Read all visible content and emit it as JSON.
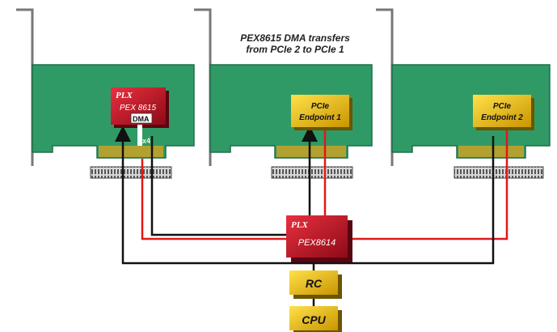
{
  "caption": {
    "line1": "PEX8615 DMA transfers",
    "line2": "from PCIe 2 to PCIe 1"
  },
  "cards": {
    "left": {
      "logo": "PLX",
      "chip_name": "PEX 8615",
      "dma_label": "DMA",
      "lane_label": "x4"
    },
    "middle": {
      "endpoint_line1": "PCIe",
      "endpoint_line2": "Endpoint 1"
    },
    "right": {
      "endpoint_line1": "PCIe",
      "endpoint_line2": "Endpoint 2"
    }
  },
  "switch": {
    "logo": "PLX",
    "name": "PEX8614"
  },
  "rc": {
    "label": "RC"
  },
  "cpu": {
    "label": "CPU"
  },
  "colors": {
    "board": "#2f9a66",
    "board_edge": "#1f6e48",
    "chip_red": "#c8102e",
    "chip_gold": "#f2c400",
    "path_red": "#e01818",
    "path_black": "#111111",
    "bracket": "#777777"
  }
}
